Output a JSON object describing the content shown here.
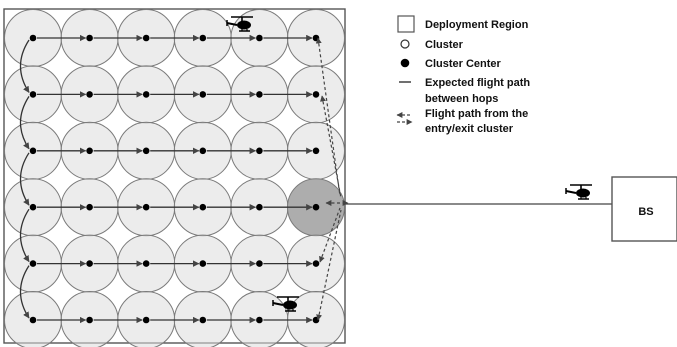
{
  "grid": {
    "rows": 6,
    "cols": 6
  },
  "highlight_cluster": {
    "row": 4,
    "col": 6
  },
  "base_station": {
    "label": "BS"
  },
  "legend": {
    "deployment_region": "Deployment Region",
    "cluster": "Cluster",
    "cluster_center": "Cluster Center",
    "expected_path_line1": "Expected flight path",
    "expected_path_line2": "between hops",
    "flight_path_line1": "Flight path from the",
    "flight_path_line2": "entry/exit cluster"
  },
  "colors": {
    "cluster_fill": "#dcdcdc",
    "cluster_stroke": "#7a7a7a",
    "highlight_fill": "#a9a9a9",
    "path": "#333333",
    "background": "#ffffff"
  },
  "icons": [
    "helicopter-icon",
    "helicopter-icon",
    "helicopter-icon"
  ]
}
